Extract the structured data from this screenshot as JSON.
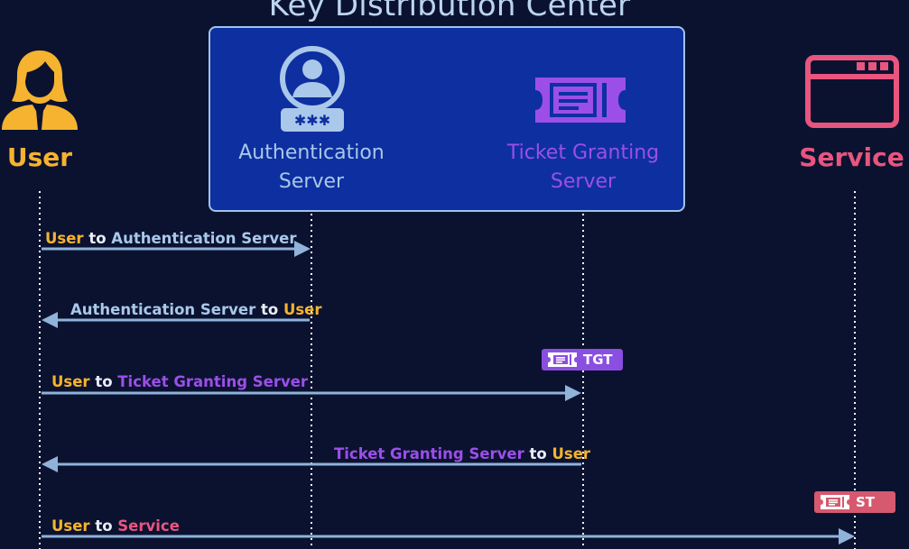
{
  "diagram": {
    "title": "Key Distribution Center",
    "actors": {
      "user": {
        "label": "User",
        "icon": "user-person-icon"
      },
      "service": {
        "label": "Service",
        "icon": "browser-window-icon"
      }
    },
    "kdc": {
      "authentication_server": {
        "label_line1": "Authentication",
        "label_line2": "Server",
        "icon": "id-badge-password-icon"
      },
      "ticket_granting_server": {
        "label_line1": "Ticket Granting",
        "label_line2": "Server",
        "icon": "ticket-icon"
      }
    },
    "messages": [
      {
        "from": "User",
        "to_word": "to",
        "target": "Authentication Server"
      },
      {
        "from": "Authentication Server",
        "to_word": "to",
        "target": "User"
      },
      {
        "from": "User",
        "to_word": "to",
        "target": "Ticket Granting Server"
      },
      {
        "from": "Ticket Granting Server",
        "to_word": "to",
        "target": "User"
      },
      {
        "from": "User",
        "to_word": "to",
        "target": "Service"
      }
    ],
    "badges": {
      "tgt": "TGT",
      "st": "ST"
    },
    "colors": {
      "background": "#0b1230",
      "kdc_box": "#0e2fa0",
      "user": "#f5b32f",
      "authentication_server": "#a9c8ea",
      "ticket_granting_server": "#9b4fe8",
      "service": "#e8557f",
      "arrow": "#8fb3d9"
    }
  }
}
